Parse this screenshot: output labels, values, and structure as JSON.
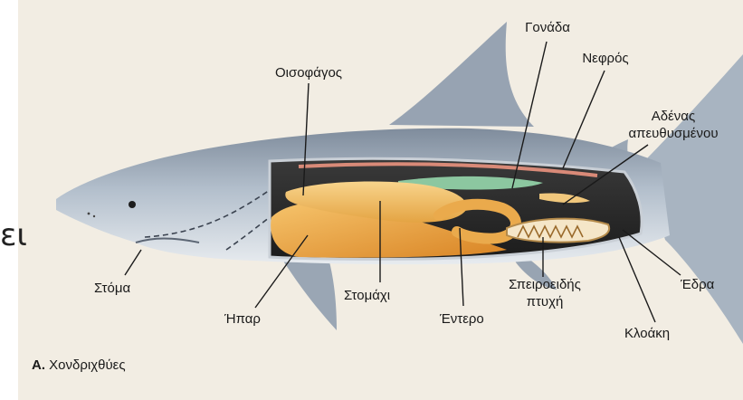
{
  "labels": {
    "gonada": "Γονάδα",
    "oisofagos": "Οισοφάγος",
    "nefros": "Νεφρός",
    "adenas_line1": "Αδένας",
    "adenas_line2": "απευθυσμένου",
    "stoma": "Στόμα",
    "ipar": "Ήπαρ",
    "stomaxi": "Στομάχι",
    "entero": "Έντερο",
    "speiro_line1": "Σπειροειδής",
    "speiro_line2": "πτυχή",
    "kloaki": "Κλοάκη",
    "edra": "Έδρα"
  },
  "caption": {
    "letter": "A.",
    "text": "Χονδριχθύες"
  },
  "stray_text": "ει",
  "colors": {
    "page": "#f2ede3",
    "shark_body": "#b9c3cf",
    "shark_dark": "#8d99a8",
    "liver": "#e9a03a",
    "stomach": "#f0b857",
    "gonad": "#8cc7a0",
    "kidney": "#d98a78"
  }
}
